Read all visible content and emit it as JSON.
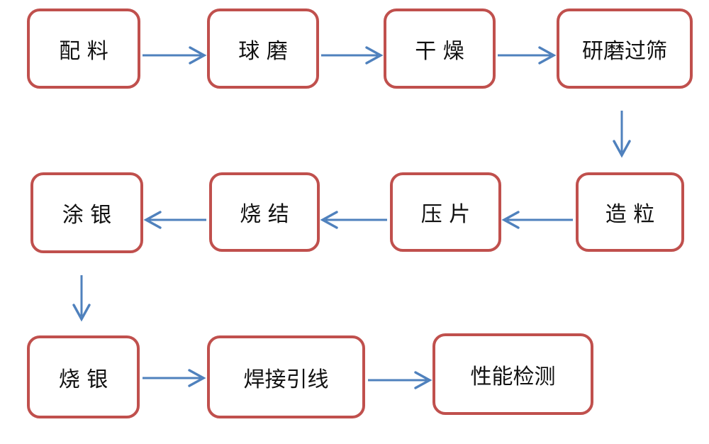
{
  "diagram": {
    "type": "flowchart",
    "nodes": [
      {
        "id": "peiliao",
        "label": "配 料"
      },
      {
        "id": "qiumo",
        "label": "球 磨"
      },
      {
        "id": "ganzao",
        "label": "干 燥"
      },
      {
        "id": "yanmo-guoshai",
        "label": "研磨过筛"
      },
      {
        "id": "zaoli",
        "label": "造 粒"
      },
      {
        "id": "yapian",
        "label": "压 片"
      },
      {
        "id": "shaojie",
        "label": "烧 结"
      },
      {
        "id": "tuyin",
        "label": "涂 银"
      },
      {
        "id": "shaoyin",
        "label": "烧 银"
      },
      {
        "id": "hanjie-yinxian",
        "label": "焊接引线"
      },
      {
        "id": "xingneng-jiance",
        "label": "性能检测"
      }
    ],
    "edges": [
      {
        "from": "peiliao",
        "to": "qiumo",
        "direction": "right"
      },
      {
        "from": "qiumo",
        "to": "ganzao",
        "direction": "right"
      },
      {
        "from": "ganzao",
        "to": "yanmo-guoshai",
        "direction": "right"
      },
      {
        "from": "yanmo-guoshai",
        "to": "zaoli",
        "direction": "down"
      },
      {
        "from": "zaoli",
        "to": "yapian",
        "direction": "left"
      },
      {
        "from": "yapian",
        "to": "shaojie",
        "direction": "left"
      },
      {
        "from": "shaojie",
        "to": "tuyin",
        "direction": "left"
      },
      {
        "from": "tuyin",
        "to": "shaoyin",
        "direction": "down"
      },
      {
        "from": "shaoyin",
        "to": "hanjie-yinxian",
        "direction": "right"
      },
      {
        "from": "hanjie-yinxian",
        "to": "xingneng-jiance",
        "direction": "right"
      }
    ],
    "colors": {
      "box_border": "#C0504D",
      "arrow": "#4F81BD",
      "box_fill": "#FFFFFF",
      "text": "#111111"
    }
  }
}
